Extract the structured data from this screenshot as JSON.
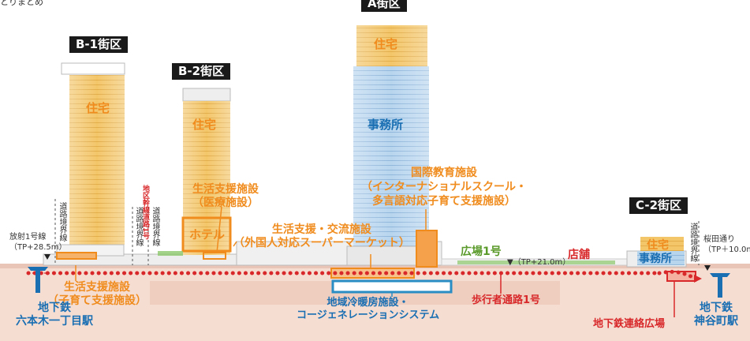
{
  "header": {
    "partial": "とりまとめ"
  },
  "districts": {
    "a": "A街区",
    "b1": "B-1街区",
    "b2": "B-2街区",
    "c2": "C-2街区"
  },
  "uses": {
    "residential": "住宅",
    "office": "事務所",
    "hotel": "ホテル"
  },
  "facilities": {
    "medical_line1": "生活支援施設",
    "medical_line2": "（医療施設）",
    "edu_line1": "国際教育施設",
    "edu_line2": "（インターナショナルスクール・",
    "edu_line3": "多言語対応子育て支援施設）",
    "exchange_line1": "生活支援・交流施設",
    "exchange_line2": "（外国人対応スーパーマーケット）",
    "childcare_line1": "生活支援施設",
    "childcare_line2": "（子育て支援施設）",
    "dhc_line1": "地域冷暖房施設・",
    "dhc_line2": "コージェネレーションシステム"
  },
  "labels": {
    "plaza": "広場1号",
    "shops": "店舗",
    "walkway": "歩行者通路1号",
    "subway_plaza": "地下鉄連絡広場",
    "road_left_line1": "放射1号線",
    "road_left_line2": "（TP+28.5m）",
    "road_right_line1": "桜田通り",
    "road_right_line2": "（TP＋10.0m）",
    "plaza_level": "▼（TP+21.0m）",
    "boundary": "道路境界線",
    "trunk_road": "地区幹線道路1号"
  },
  "stations": {
    "left_line1": "地下鉄",
    "left_line2": "六本木一丁目駅",
    "right_line1": "地下鉄",
    "right_line2": "神谷町駅"
  },
  "colors": {
    "residential": "#f3c66a",
    "office": "#a9cbe8",
    "orange_accent": "#f08c1e",
    "red_accent": "#d8282a",
    "ground": "#f5ddd2",
    "blue_accent": "#1a6fb3"
  },
  "icons": {
    "station_left": "subway-station-icon",
    "station_right": "subway-station-icon"
  }
}
